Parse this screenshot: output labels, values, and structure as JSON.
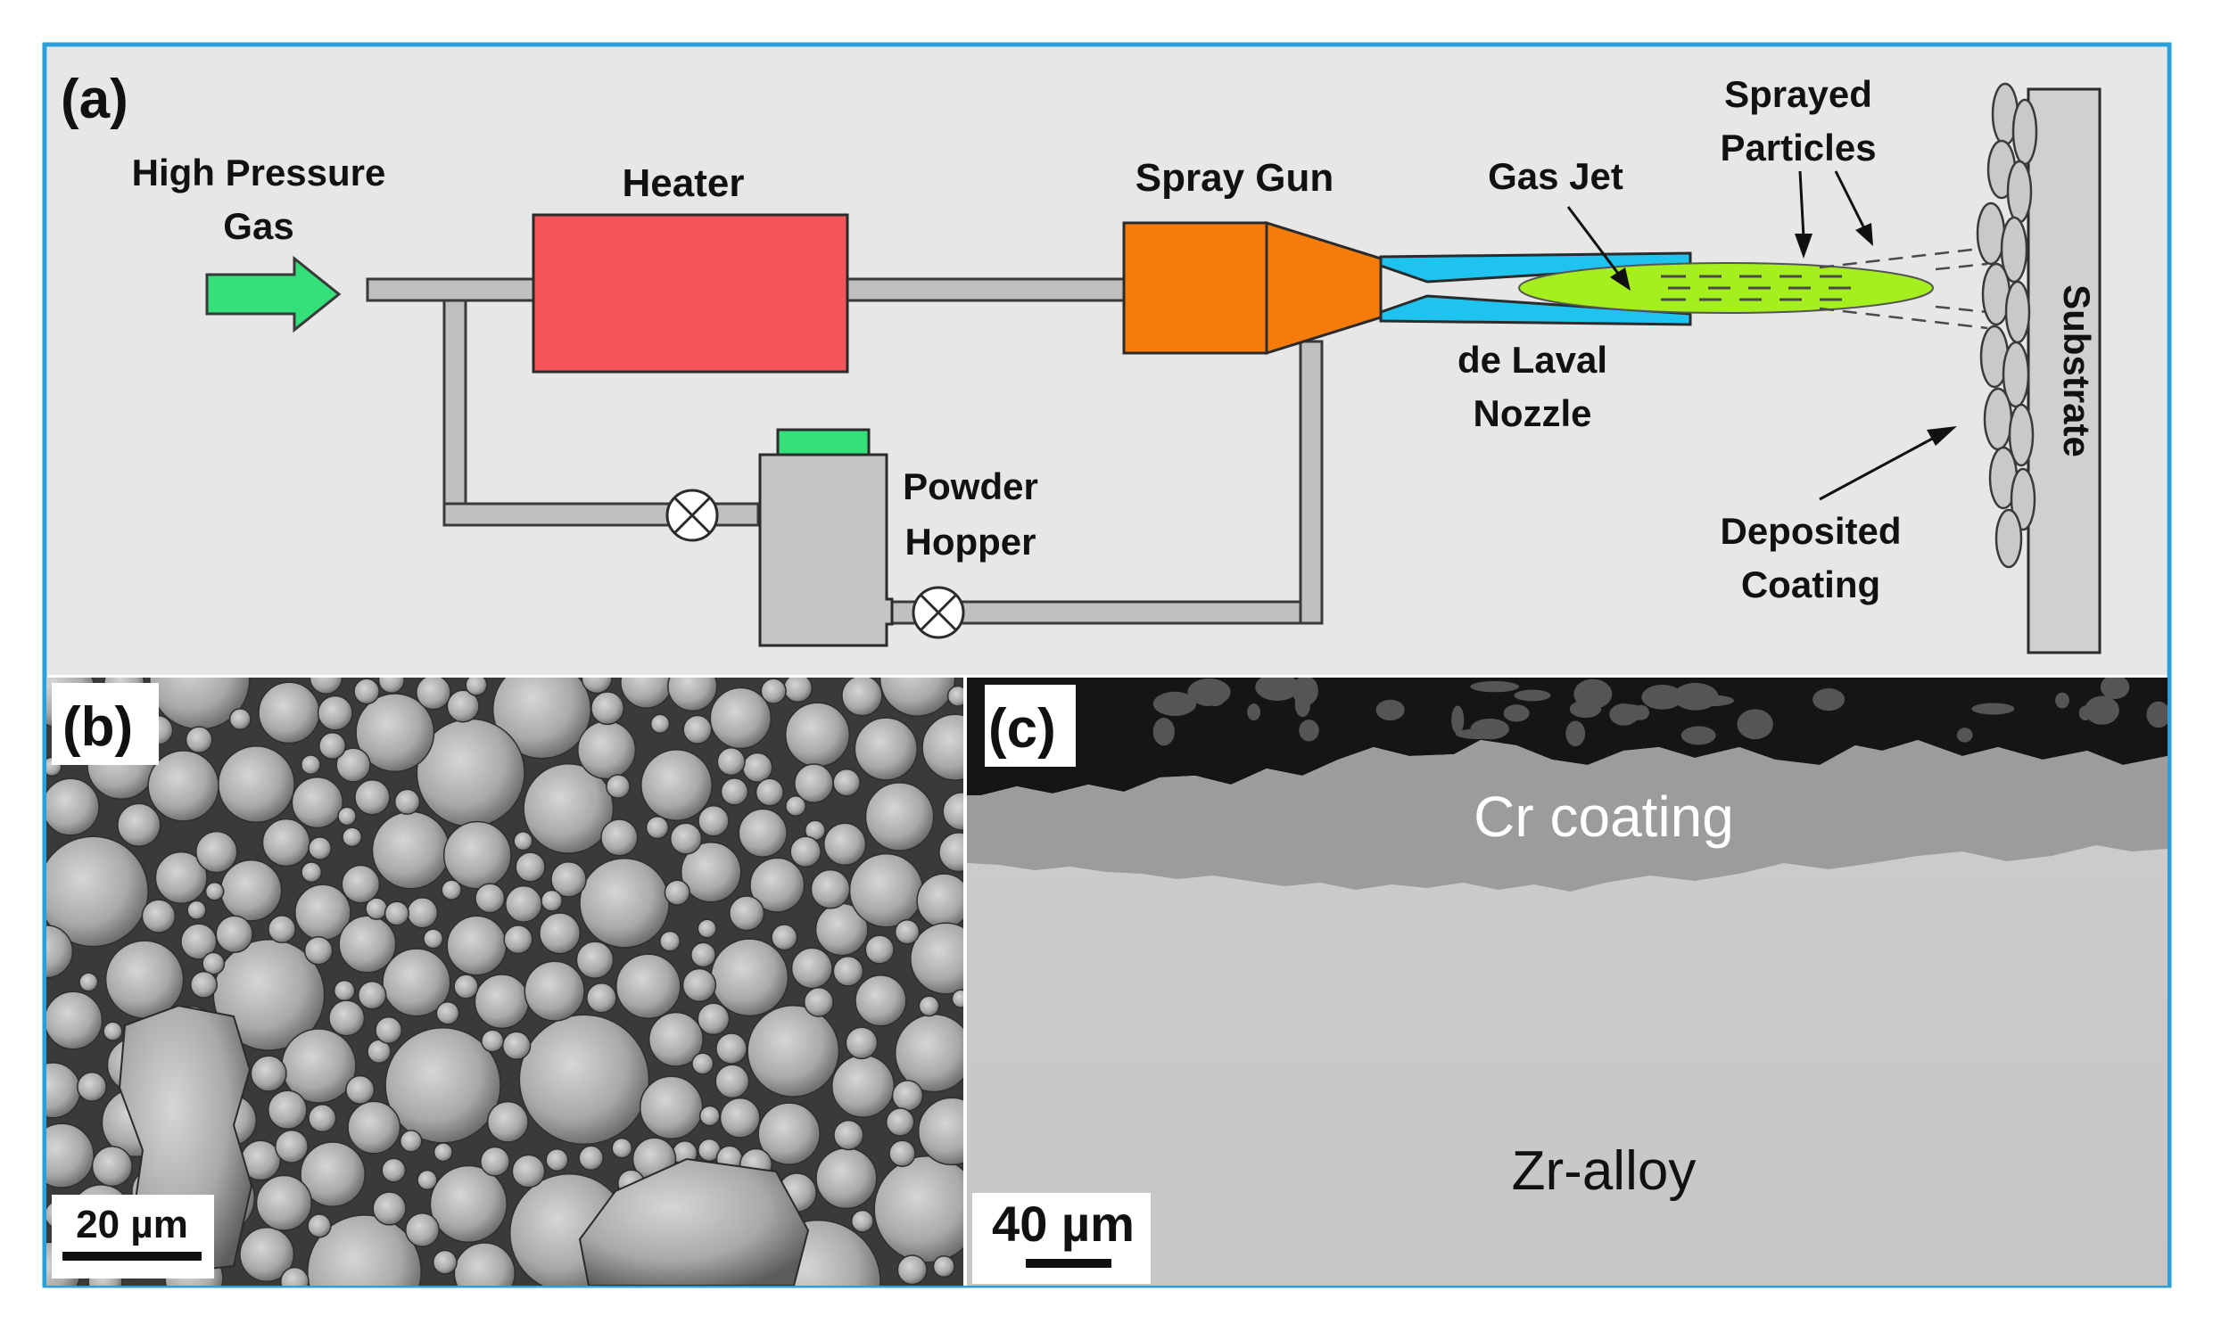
{
  "figure": {
    "panel_a": {
      "label": "(a)",
      "gas_input": {
        "line1": "High Pressure",
        "line2": "Gas"
      },
      "heater": "Heater",
      "spray_gun": "Spray Gun",
      "gas_jet": "Gas Jet",
      "sprayed_particles": {
        "line1": "Sprayed",
        "line2": "Particles"
      },
      "nozzle": {
        "line1": "de Laval",
        "line2": "Nozzle"
      },
      "powder_hopper": {
        "line1": "Powder",
        "line2": "Hopper"
      },
      "substrate": "Substrate",
      "deposited_coating": {
        "line1": "Deposited",
        "line2": "Coating"
      }
    },
    "panel_b": {
      "label": "(b)",
      "scale_bar": "20 µm"
    },
    "panel_c": {
      "label": "(c)",
      "coating_label": "Cr coating",
      "substrate_label": "Zr-alloy",
      "scale_bar": "40 µm"
    },
    "colors": {
      "frame": "#2a9fd8",
      "arrow": "#33e07a",
      "heater": "#f5545a",
      "spray_gun": "#f57c0a",
      "nozzle": "#1ec4ef",
      "jet": "#a6ef1f",
      "pipe": "#c0c0c0",
      "hopper": "#c4c4c4",
      "hopper_cap": "#33e07a",
      "substrate": "#d0d0d0",
      "panel_bg": "#e7e7e7"
    }
  }
}
